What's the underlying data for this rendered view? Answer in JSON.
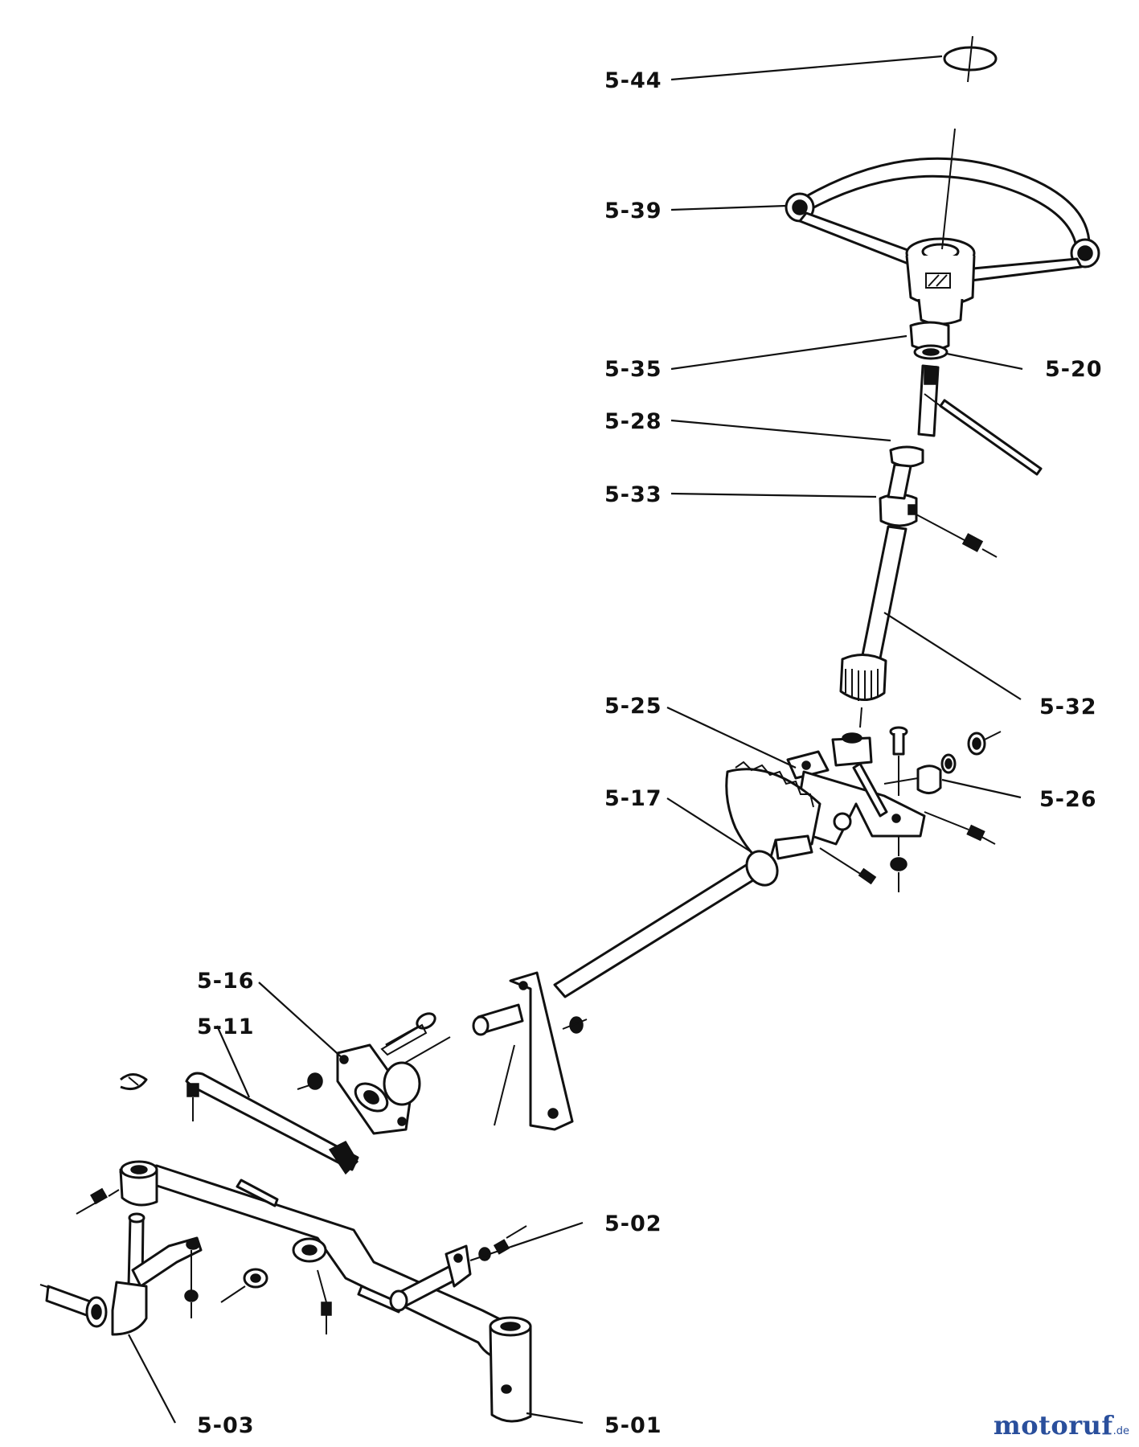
{
  "labels": {
    "p5_44": "5-44",
    "p5_39": "5-39",
    "p5_35": "5-35",
    "p5_20": "5-20",
    "p5_28": "5-28",
    "p5_33": "5-33",
    "p5_32": "5-32",
    "p5_25": "5-25",
    "p5_26": "5-26",
    "p5_17": "5-17",
    "p5_16": "5-16",
    "p5_11": "5-11",
    "p5_02": "5-02",
    "p5_03": "5-03",
    "p5_01": "5-01"
  },
  "watermark": {
    "brand": "motoruf",
    "tld": ".de"
  }
}
